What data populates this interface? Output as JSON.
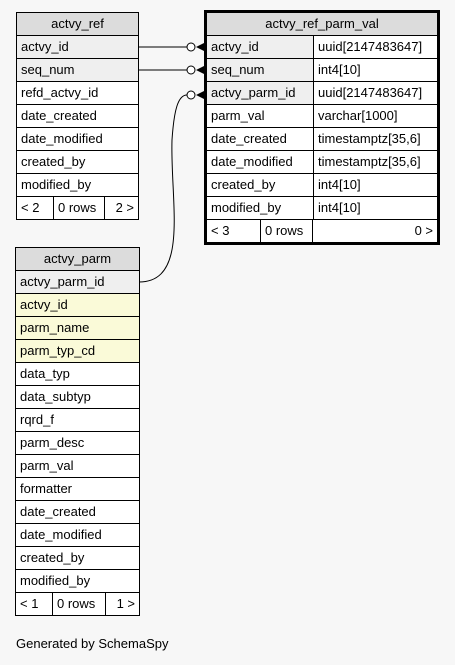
{
  "actvy_ref": {
    "title": "actvy_ref",
    "columns": [
      "actvy_id",
      "seq_num",
      "refd_actvy_id",
      "date_created",
      "date_modified",
      "created_by",
      "modified_by"
    ],
    "footer": {
      "left": "< 2",
      "mid": "0 rows",
      "right": "2 >"
    }
  },
  "actvy_parm": {
    "title": "actvy_parm",
    "columns": [
      "actvy_parm_id",
      "actvy_id",
      "parm_name",
      "parm_typ_cd",
      "data_typ",
      "data_subtyp",
      "rqrd_f",
      "parm_desc",
      "parm_val",
      "formatter",
      "date_created",
      "date_modified",
      "created_by",
      "modified_by"
    ],
    "footer": {
      "left": "< 1",
      "mid": "0 rows",
      "right": "1 >"
    }
  },
  "actvy_ref_parm_val": {
    "title": "actvy_ref_parm_val",
    "columns": [
      {
        "name": "actvy_id",
        "type": "uuid[2147483647]"
      },
      {
        "name": "seq_num",
        "type": "int4[10]"
      },
      {
        "name": "actvy_parm_id",
        "type": "uuid[2147483647]"
      },
      {
        "name": "parm_val",
        "type": "varchar[1000]"
      },
      {
        "name": "date_created",
        "type": "timestamptz[35,6]"
      },
      {
        "name": "date_modified",
        "type": "timestamptz[35,6]"
      },
      {
        "name": "created_by",
        "type": "int4[10]"
      },
      {
        "name": "modified_by",
        "type": "int4[10]"
      }
    ],
    "footer": {
      "left": "< 3",
      "mid": "0 rows",
      "right": "0 >"
    }
  },
  "generated_by": "Generated by SchemaSpy"
}
